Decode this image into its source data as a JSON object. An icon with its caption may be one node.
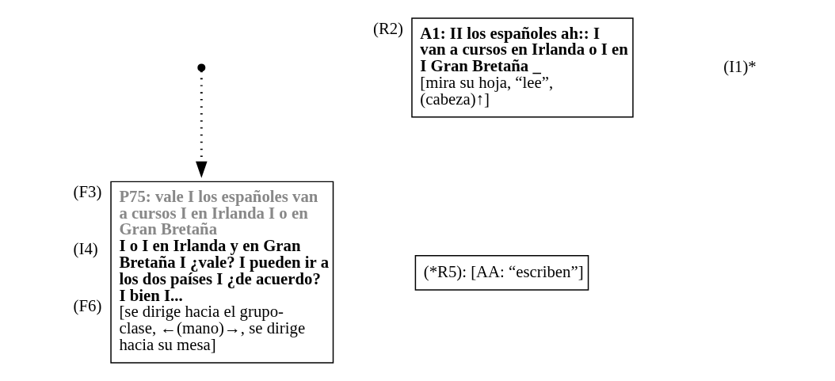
{
  "diagram": {
    "nodes": [
      {
        "text": [],
        "shape": "circle"
      },
      {
        "text": [
          "A1: II los españoles ah:: I van a cursos en Irlanda o I en I Gran Bretaña _",
          "[mira su hoja, “lee”, (cabeza)↑]"
        ],
        "beside": [
          "(R2)"
        ]
      },
      {
        "text": [
          "P75: vale I los españoles van a cursos I en Irlanda I o en Gran Bretaña",
          "I o I en Irlanda y en Gran Bretaña I ¿vale? I pueden ir a los dos países I ¿de acuerdo? I bien I...",
          "[se dirige hacia el grupo-clase, ←(mano)→, se dirige hacia su mesa]"
        ],
        "beside": [
          "(F3)",
          "(I4)",
          "(F6)"
        ]
      },
      {
        "text": [
          "(*R5): [AA: “escriben”]"
        ]
      }
    ],
    "edges": [
      {
        "from": 0,
        "to": 2,
        "arrow": "to",
        "style": "dashed"
      }
    ],
    "labels": [
      "(I1)*"
    ]
  }
}
